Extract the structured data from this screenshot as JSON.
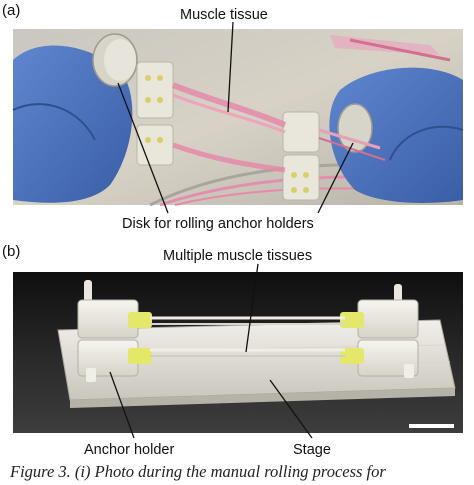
{
  "panel_a": {
    "letter": "(a)",
    "label_top": "Muscle tissue",
    "label_bottom": "Disk for rolling anchor holders"
  },
  "panel_b": {
    "letter": "(b)",
    "label_top": "Multiple muscle tissues",
    "label_left": "Anchor holder",
    "label_right": "Stage"
  },
  "caption": "Figure 3. (i) Photo during the manual rolling process for",
  "colors": {
    "glove": "#4a6fb5",
    "tissue": "#e58aa9",
    "anchor_gel": "#e3e86a",
    "background_a": "#cfcac0",
    "background_b": "#1e1e1e"
  }
}
